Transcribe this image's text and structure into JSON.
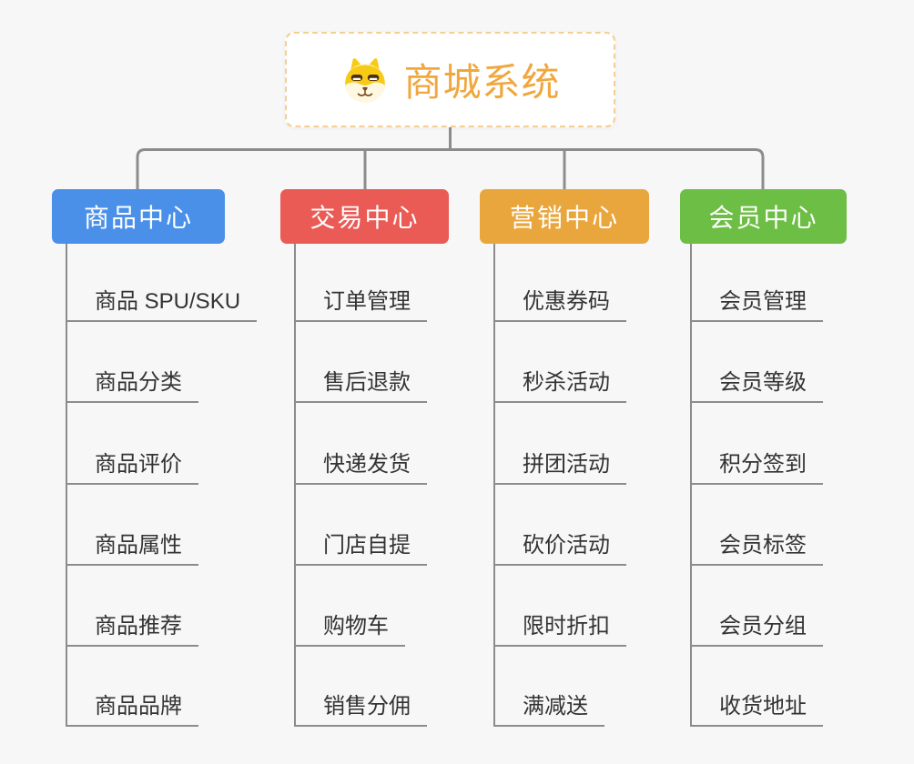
{
  "canvas": {
    "background": "#f7f7f7"
  },
  "root": {
    "title": "商城系统",
    "icon": "dog-face-icon",
    "title_color": "#f0a73e",
    "border_color": "#f6ce92"
  },
  "connectors": {
    "color": "#8c8c8c"
  },
  "branches": [
    {
      "label": "商品中心",
      "color": "#4a90e8",
      "items": [
        "商品 SPU/SKU",
        "商品分类",
        "商品评价",
        "商品属性",
        "商品推荐",
        "商品品牌"
      ]
    },
    {
      "label": "交易中心",
      "color": "#ea5b55",
      "items": [
        "订单管理",
        "售后退款",
        "快递发货",
        "门店自提",
        "购物车",
        "销售分佣"
      ]
    },
    {
      "label": "营销中心",
      "color": "#e9a63c",
      "items": [
        "优惠券码",
        "秒杀活动",
        "拼团活动",
        "砍价活动",
        "限时折扣",
        "满减送"
      ]
    },
    {
      "label": "会员中心",
      "color": "#6dbe45",
      "items": [
        "会员管理",
        "会员等级",
        "积分签到",
        "会员标签",
        "会员分组",
        "收货地址"
      ]
    }
  ]
}
